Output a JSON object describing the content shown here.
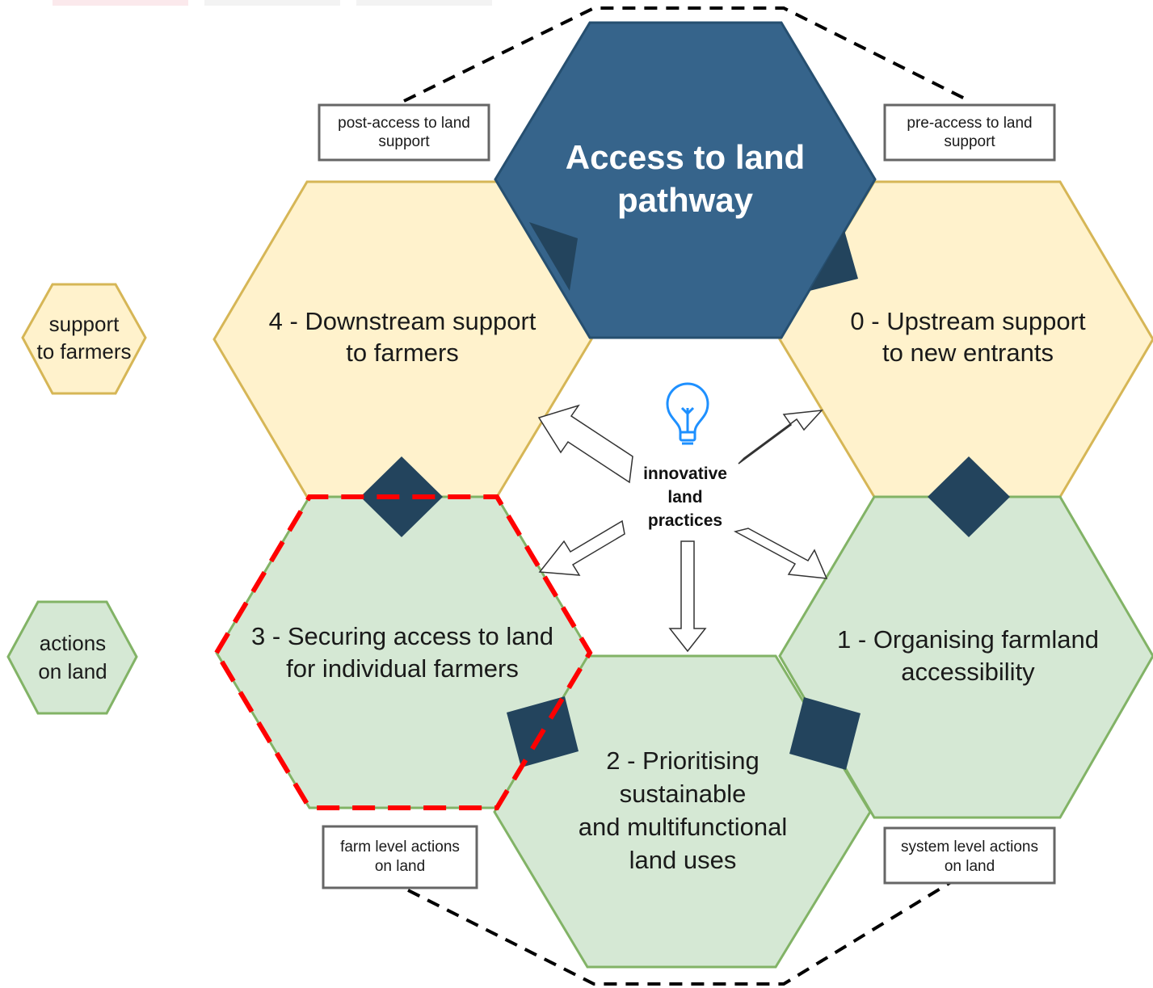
{
  "colors": {
    "support_fill": "#fff2cc",
    "support_stroke": "#d6b656",
    "land_fill": "#d5e8d4",
    "land_stroke": "#82b366",
    "title_fill": "#36648b",
    "title_stroke": "#264f70",
    "diamond": "#23445d",
    "highlight": "#ff0000",
    "bulb": "#1e90ff"
  },
  "title": {
    "line1": "Access to land",
    "line2": "pathway"
  },
  "hexes": {
    "downstream": {
      "line1": "4 - Downstream support",
      "line2": "to farmers"
    },
    "upstream": {
      "line1": "0 - Upstream support",
      "line2": "to new entrants"
    },
    "securing": {
      "line1": "3 - Securing access to land",
      "line2": "for individual farmers"
    },
    "organising": {
      "line1": "1 - Organising farmland",
      "line2": "accessibility"
    },
    "prioritising": {
      "line1": "2 - Prioritising",
      "line2": "sustainable",
      "line3": "and multifunctional",
      "line4": "land uses"
    }
  },
  "legend": {
    "support": {
      "line1": "support",
      "line2": "to farmers"
    },
    "actions": {
      "line1": "actions",
      "line2": "on land"
    }
  },
  "notes": {
    "post_access": {
      "line1": "post-access to land",
      "line2": "support"
    },
    "pre_access": {
      "line1": "pre-access to land",
      "line2": "support"
    },
    "farm_level": {
      "line1": "farm level actions",
      "line2": "on land"
    },
    "system_level": {
      "line1": "system level actions",
      "line2": "on land"
    }
  },
  "center": {
    "icon": "lightbulb-icon",
    "line1": "innovative",
    "line2": "land",
    "line3": "practices"
  }
}
